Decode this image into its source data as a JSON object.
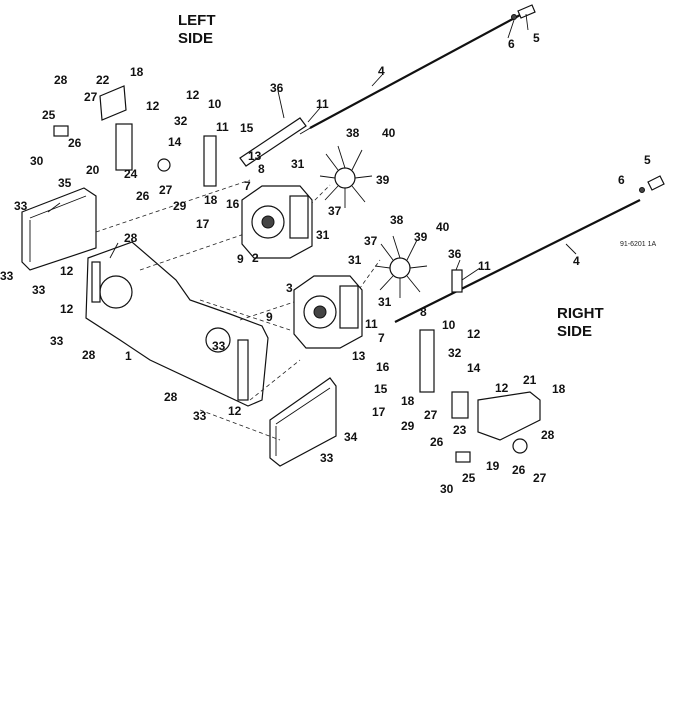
{
  "headings": {
    "left_line1": "LEFT",
    "left_line2": "SIDE",
    "right_line1": "RIGHT",
    "right_line2": "SIDE"
  },
  "figure_code": "91-6201 1A",
  "callouts": [
    "1",
    "2",
    "3",
    "4",
    "5",
    "6",
    "7",
    "8",
    "9",
    "10",
    "11",
    "12",
    "13",
    "14",
    "15",
    "16",
    "17",
    "18",
    "19",
    "20",
    "21",
    "22",
    "23",
    "24",
    "25",
    "26",
    "27",
    "28",
    "29",
    "30",
    "31",
    "32",
    "33",
    "34",
    "35",
    "36",
    "37",
    "38",
    "39",
    "40"
  ]
}
